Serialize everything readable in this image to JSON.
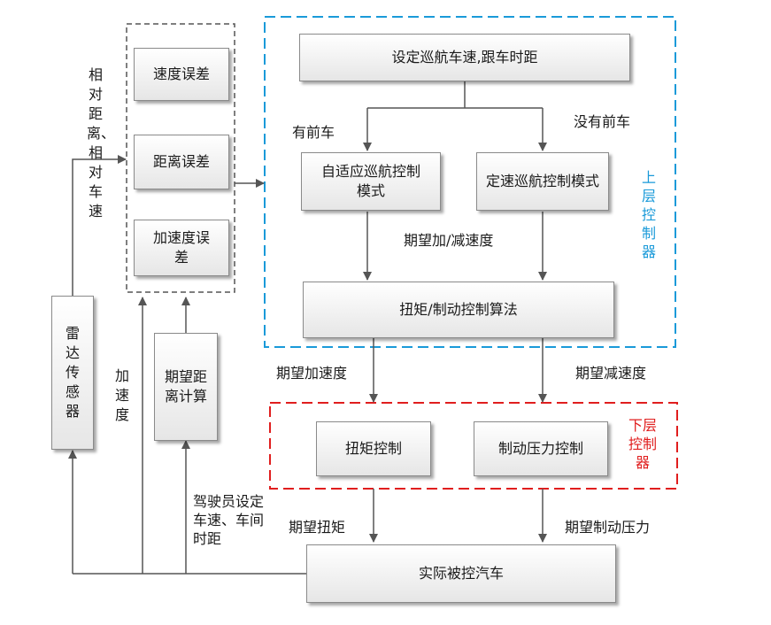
{
  "upper_group": {
    "title": "上层控制器",
    "color": "#1a9ad9"
  },
  "lower_group": {
    "title": "下层控制器",
    "color": "#e01e1e"
  },
  "error_group": {
    "speed_error": "速度误差",
    "distance_error": "距离误差",
    "accel_error": "加速度误差"
  },
  "boxes": {
    "set_speed": "设定巡航车速,跟车时距",
    "acc_mode": "自适应巡航控制模式",
    "cc_mode": "定速巡航控制模式",
    "torque_brake_algo": "扭矩/制动控制算法",
    "torque_control": "扭矩控制",
    "brake_pressure_control": "制动压力控制",
    "vehicle": "实际被控汽车",
    "radar": "雷达传感器",
    "distance_calc": "期望距离计算"
  },
  "labels": {
    "has_front_car": "有前车",
    "no_front_car": "没有前车",
    "desired_accel_decel": "期望加/减速度",
    "desired_accel": "期望加速度",
    "desired_decel": "期望减速度",
    "desired_torque": "期望扭矩",
    "desired_brake_pressure": "期望制动压力",
    "relative_distance_speed": "相对距离、相对车速",
    "acceleration": "加速度",
    "driver_set": "驾驶员设定车速、车间时距"
  },
  "colors": {
    "wire": "#555555",
    "box_border": "#8a8a8a"
  }
}
